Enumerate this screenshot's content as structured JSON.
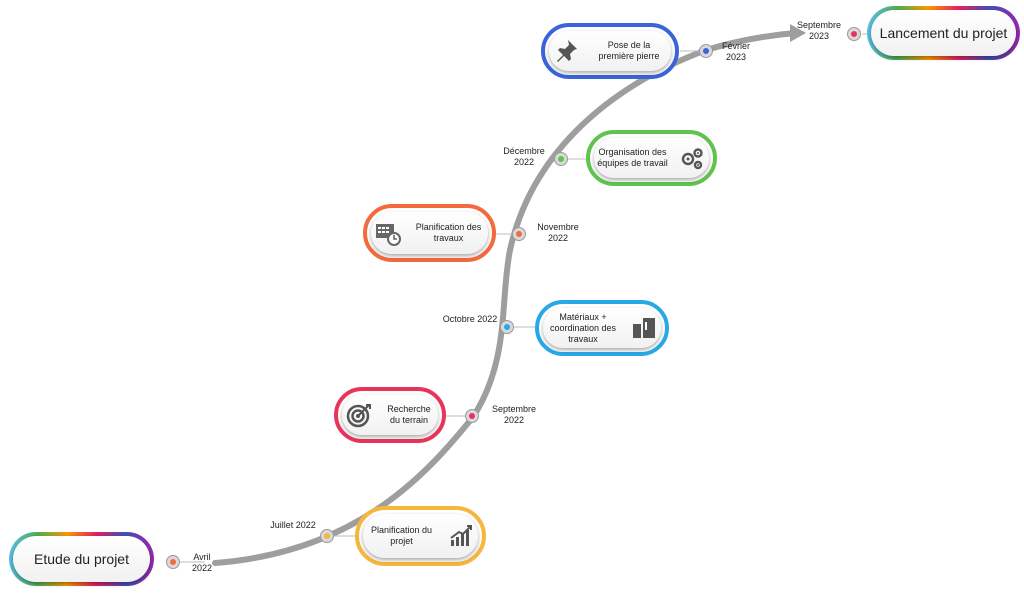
{
  "start": {
    "label": "Etude du projet"
  },
  "end": {
    "label": "Lancement du projet"
  },
  "milestones": [
    {
      "label": "Pose de la première pierre",
      "date": "Février 2023",
      "color": "#3a64d8",
      "dot": "#3a64d8",
      "icon": "pushpin-icon"
    },
    {
      "label": "Organisation des équipes de travail",
      "date": "Décembre 2022",
      "color": "#5fc34d",
      "dot": "#5fc34d",
      "icon": "gears-icon"
    },
    {
      "label": "Planification des travaux",
      "date": "Novembre 2022",
      "color": "#f26a3d",
      "dot": "#f26a3d",
      "icon": "schedule-clock-icon"
    },
    {
      "label": "Matériaux + coordination des travaux",
      "date": "Octobre 2022",
      "color": "#29a8e8",
      "dot": "#29a8e8",
      "icon": "materials-icon"
    },
    {
      "label": "Recherche du terrain",
      "date": "Septembre 2022",
      "color": "#e8345a",
      "dot": "#e8345a",
      "icon": "target-icon"
    },
    {
      "label": "Planification du projet",
      "date": "Juillet 2022",
      "color": "#f5b63c",
      "dot": "#f5b63c",
      "icon": "growth-chart-icon"
    }
  ],
  "start_date": "Avril 2022",
  "end_date": "Septembre 2023",
  "start_dot": "#f26a3d",
  "end_dot": "#e8345a"
}
